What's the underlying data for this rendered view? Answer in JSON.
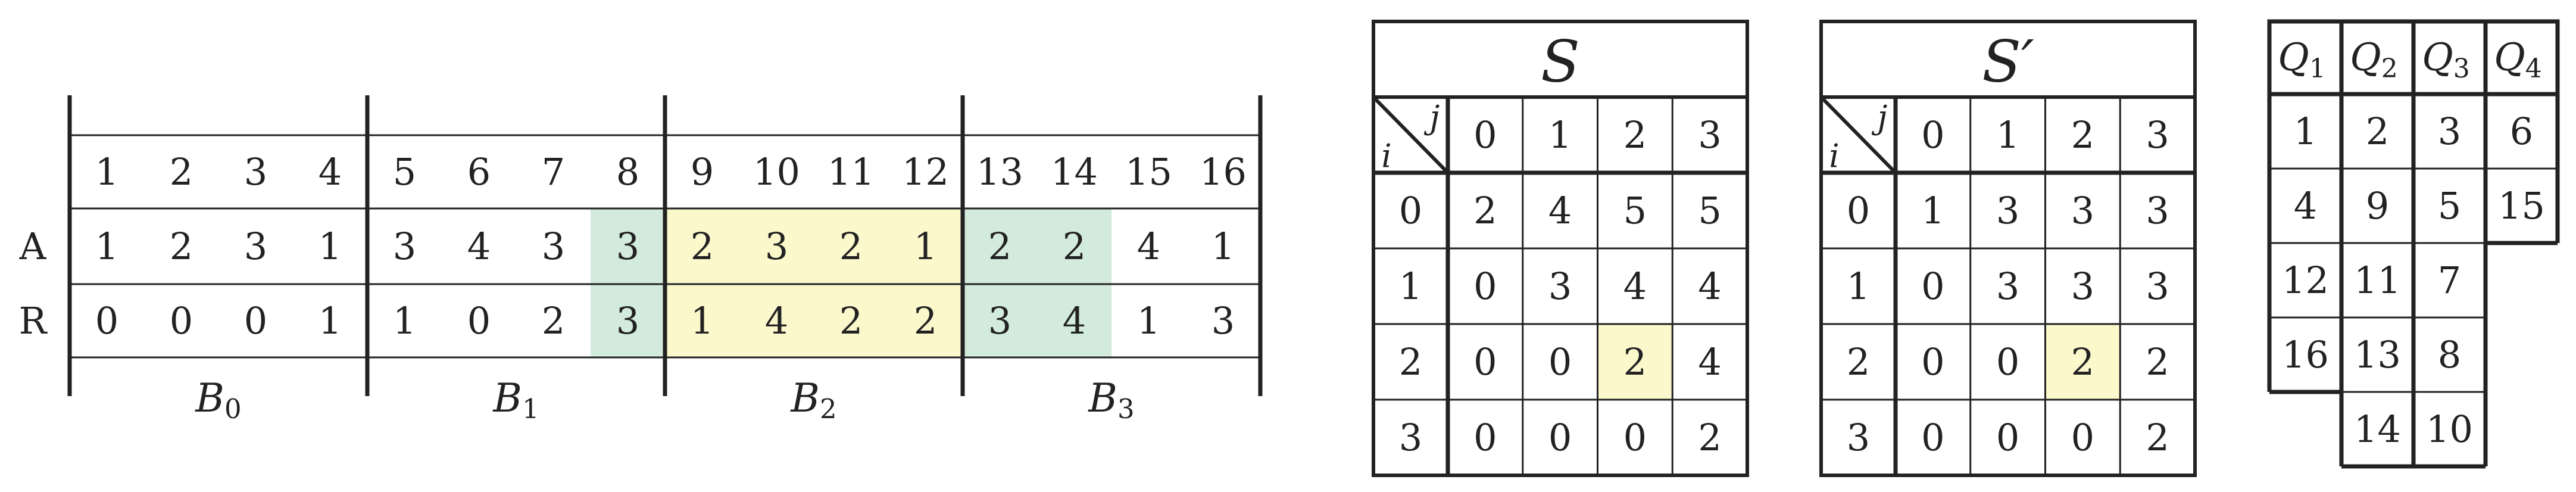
{
  "array_diagram": {
    "row_labels": [
      "A",
      "R"
    ],
    "indices": [
      "1",
      "2",
      "3",
      "4",
      "5",
      "6",
      "7",
      "8",
      "9",
      "10",
      "11",
      "12",
      "13",
      "14",
      "15",
      "16"
    ],
    "A": [
      "1",
      "2",
      "3",
      "1",
      "3",
      "4",
      "3",
      "3",
      "2",
      "3",
      "2",
      "1",
      "2",
      "2",
      "4",
      "1"
    ],
    "R": [
      "0",
      "0",
      "0",
      "1",
      "1",
      "0",
      "2",
      "3",
      "1",
      "4",
      "2",
      "2",
      "3",
      "4",
      "1",
      "3"
    ],
    "blocks": [
      {
        "base": "B",
        "sub": "0"
      },
      {
        "base": "B",
        "sub": "1"
      },
      {
        "base": "B",
        "sub": "2"
      },
      {
        "base": "B",
        "sub": "3"
      }
    ],
    "highlight_green_columns": [
      8,
      13,
      14
    ],
    "highlight_yellow_columns": [
      9,
      10,
      11,
      12
    ],
    "colors": {
      "green": "#d3ebdd",
      "yellow": "#fbf8cc",
      "line": "#222222"
    }
  },
  "matrices": [
    {
      "title": "S",
      "corner": {
        "row": "i",
        "col": "j"
      },
      "col_headers": [
        "0",
        "1",
        "2",
        "3"
      ],
      "row_headers": [
        "0",
        "1",
        "2",
        "3"
      ],
      "cells": [
        [
          "2",
          "4",
          "5",
          "5"
        ],
        [
          "0",
          "3",
          "4",
          "4"
        ],
        [
          "0",
          "0",
          "2",
          "4"
        ],
        [
          "0",
          "0",
          "0",
          "2"
        ]
      ],
      "highlight": {
        "row": 2,
        "col": 2,
        "color": "#fbf8cc"
      }
    },
    {
      "title": "S′",
      "corner": {
        "row": "i",
        "col": "j"
      },
      "col_headers": [
        "0",
        "1",
        "2",
        "3"
      ],
      "row_headers": [
        "0",
        "1",
        "2",
        "3"
      ],
      "cells": [
        [
          "1",
          "3",
          "3",
          "3"
        ],
        [
          "0",
          "3",
          "3",
          "3"
        ],
        [
          "0",
          "0",
          "2",
          "2"
        ],
        [
          "0",
          "0",
          "0",
          "2"
        ]
      ],
      "highlight": {
        "row": 2,
        "col": 2,
        "color": "#fbf8cc"
      }
    }
  ],
  "queues": {
    "headers": [
      {
        "base": "Q",
        "sub": "1"
      },
      {
        "base": "Q",
        "sub": "2"
      },
      {
        "base": "Q",
        "sub": "3"
      },
      {
        "base": "Q",
        "sub": "4"
      }
    ],
    "columns": [
      [
        "1",
        "4",
        "12",
        "16"
      ],
      [
        "2",
        "9",
        "11",
        "13",
        "14"
      ],
      [
        "3",
        "5",
        "7",
        "8",
        "10"
      ],
      [
        "6",
        "15"
      ]
    ]
  }
}
